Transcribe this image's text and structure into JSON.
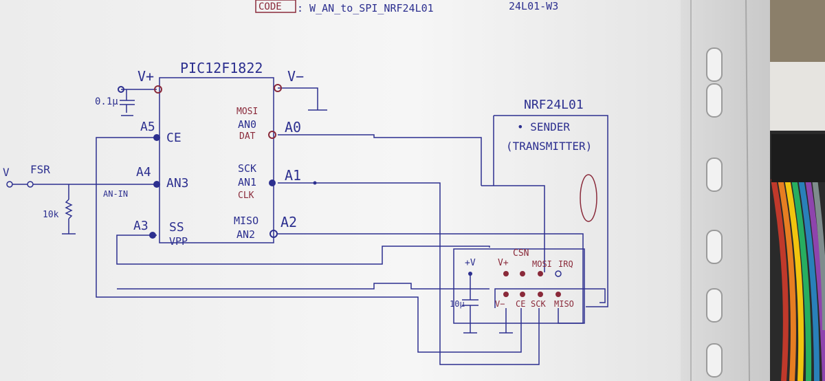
{
  "header": {
    "code_label": "CODE",
    "code_value": ": W_AN_to_SPI_NRF24L01"
  },
  "top_right_fragment": "24L01-W3",
  "chip": {
    "name": "PIC12F1822",
    "vplus": "V+",
    "vminus": "V−",
    "left_pins": [
      {
        "pin": "A5",
        "label": "CE"
      },
      {
        "pin": "A4",
        "label": "AN3"
      },
      {
        "pin": "A3",
        "label": "SS",
        "sub": "VPP"
      }
    ],
    "right_pins": [
      {
        "pin": "A0",
        "top": "MOSI",
        "label": "AN0",
        "sub": "DAT"
      },
      {
        "pin": "A1",
        "top": "SCK",
        "label": "AN1",
        "sub": "CLK"
      },
      {
        "pin": "A2",
        "top": "MISO",
        "label": "AN2"
      }
    ]
  },
  "input_stage": {
    "v_label": "V",
    "fsr_label": "FSR",
    "resistor_label": "10k",
    "an_in_label": "AN-IN",
    "cap_label": "0.1µ"
  },
  "module": {
    "title": "NRF24L01",
    "subtitle_1": "• SENDER",
    "subtitle_2": "(TRANSMITTER)",
    "top_pins": [
      "+V",
      "V+",
      "CSN",
      "MOSI",
      "IRQ"
    ],
    "bottom_pins": [
      "V−",
      "CE",
      "SCK",
      "MISO"
    ],
    "cap_label": "10µ"
  },
  "colors": {
    "ink": "#2c2f8f",
    "red_ink": "#8a2a3a",
    "paper": "#f4f4f4",
    "background": "#8b7f6a"
  }
}
